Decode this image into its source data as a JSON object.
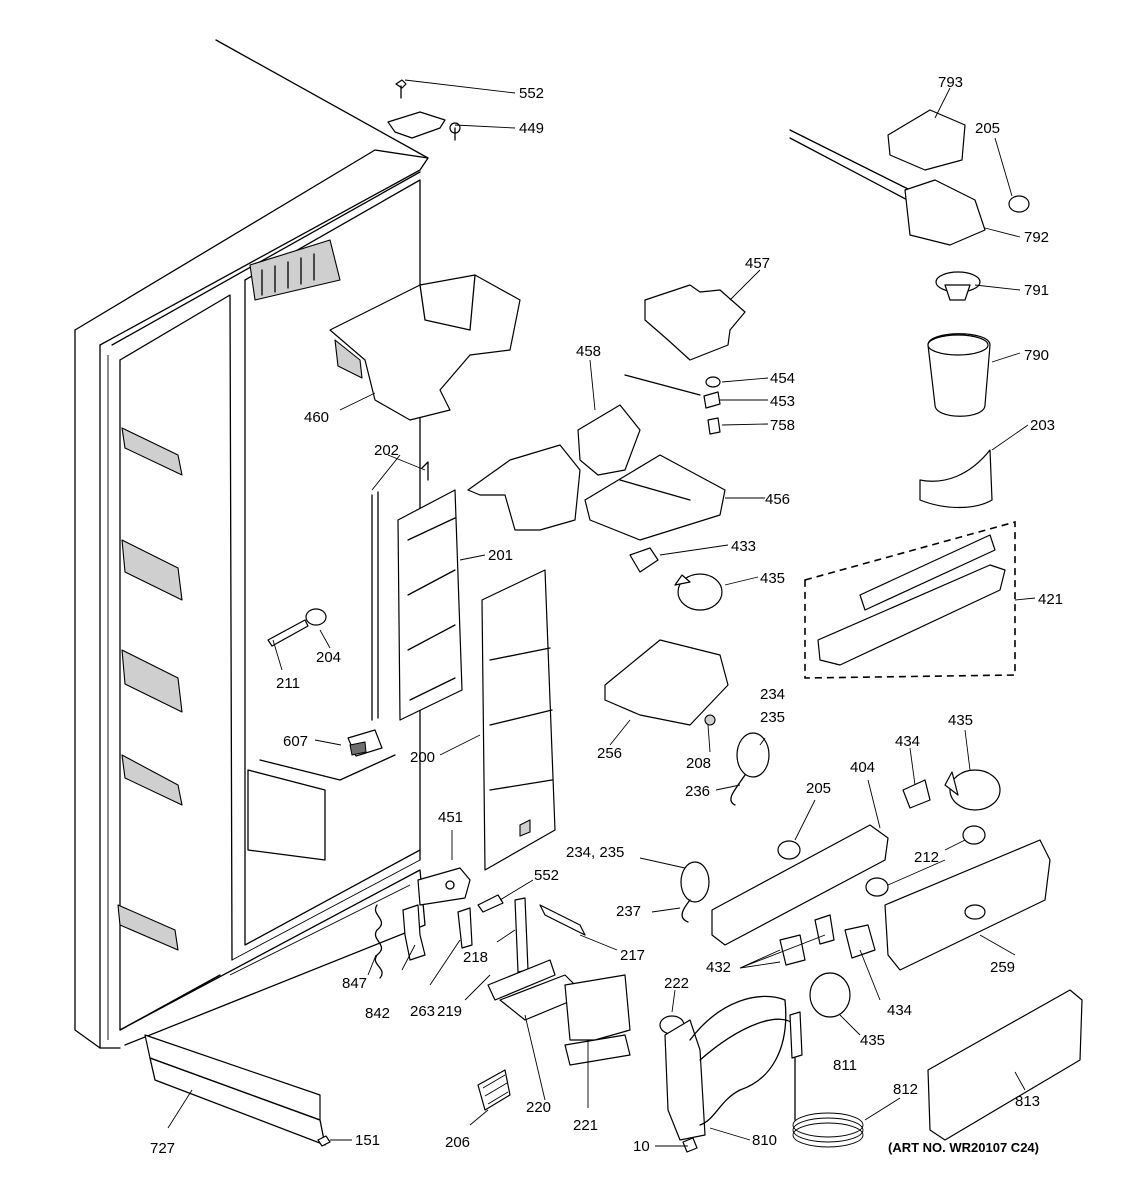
{
  "diagram": {
    "art_number": "(ART NO. WR20107 C24)",
    "labels": {
      "p552a": "552",
      "p449": "449",
      "p793": "793",
      "p205a": "205",
      "p792": "792",
      "p791": "791",
      "p790": "790",
      "p457": "457",
      "p458": "458",
      "p454": "454",
      "p453": "453",
      "p758": "758",
      "p460": "460",
      "p203": "203",
      "p202": "202",
      "p456": "456",
      "p201": "201",
      "p433": "433",
      "p435a": "435",
      "p421": "421",
      "p204": "204",
      "p211": "211",
      "p234a": "234",
      "p235a": "235",
      "p256": "256",
      "p208": "208",
      "p607": "607",
      "p200": "200",
      "p236": "236",
      "p434a": "434",
      "p435b": "435",
      "p404": "404",
      "p205b": "205",
      "p451": "451",
      "p234b": "234, 235",
      "p212": "212",
      "p552b": "552",
      "p237": "237",
      "p217": "217",
      "p218": "218",
      "p847": "847",
      "p842": "842",
      "p263": "263",
      "p219": "219",
      "p222": "222",
      "p432": "432",
      "p434b": "434",
      "p259": "259",
      "p435c": "435",
      "p811": "811",
      "p220": "220",
      "p221": "221",
      "p812": "812",
      "p813": "813",
      "p727": "727",
      "p151": "151",
      "p206": "206",
      "p10": "10",
      "p810": "810"
    }
  }
}
